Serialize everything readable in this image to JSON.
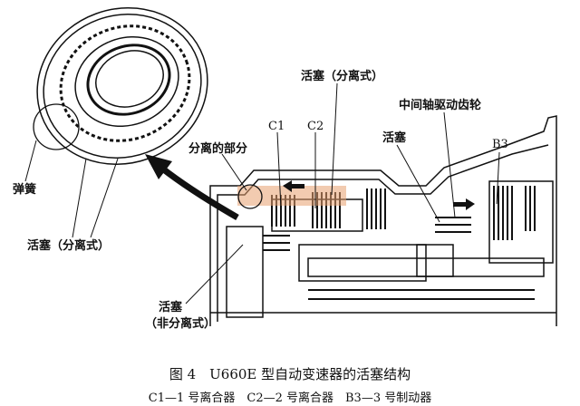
{
  "labels": {
    "spring": "弹簧",
    "piston_separate_left": "活塞（分离式）",
    "piston_non_separate_1": "活塞",
    "piston_non_separate_2": "（非分离式）",
    "separated_part": "分离的部分",
    "c1": "C1",
    "c2": "C2",
    "piston_separate_top": "活塞（分离式）",
    "countershaft_gear": "中间轴驱动齿轮",
    "piston": "活塞",
    "b3": "B3"
  },
  "caption": {
    "title": "图 4　U660E 型自动变速器的活塞结构",
    "legend": "C1—1 号离合器　C2—2 号离合器　B3—3 号制动器"
  },
  "colors": {
    "line": "#111111",
    "watermark": "#e8a070"
  }
}
